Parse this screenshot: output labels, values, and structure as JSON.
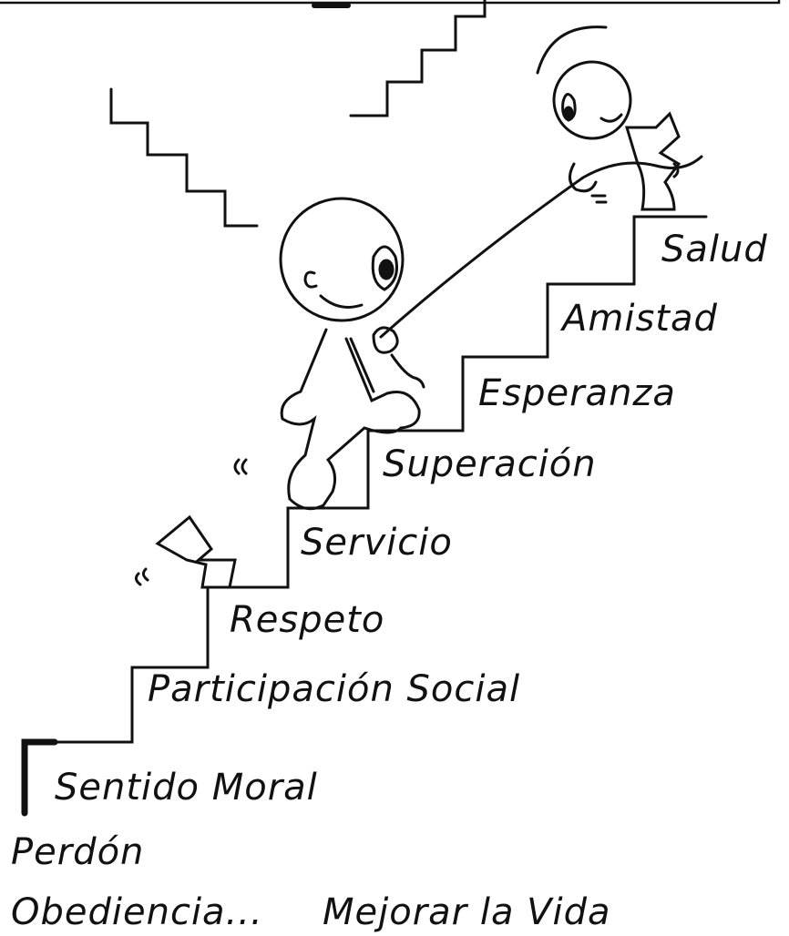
{
  "labels": {
    "salud": "Salud",
    "amistad": "Amistad",
    "esperanza": "Esperanza",
    "superacion": "Superación",
    "servicio": "Servicio",
    "respeto": "Respeto",
    "participacion": "Participación Social",
    "sentido": "Sentido Moral",
    "perdon": "Perdón",
    "obediencia": "Obediencia...",
    "mejorar": "Mejorar la Vida"
  },
  "colors": {
    "ink": "#111111",
    "background": "#ffffff"
  }
}
